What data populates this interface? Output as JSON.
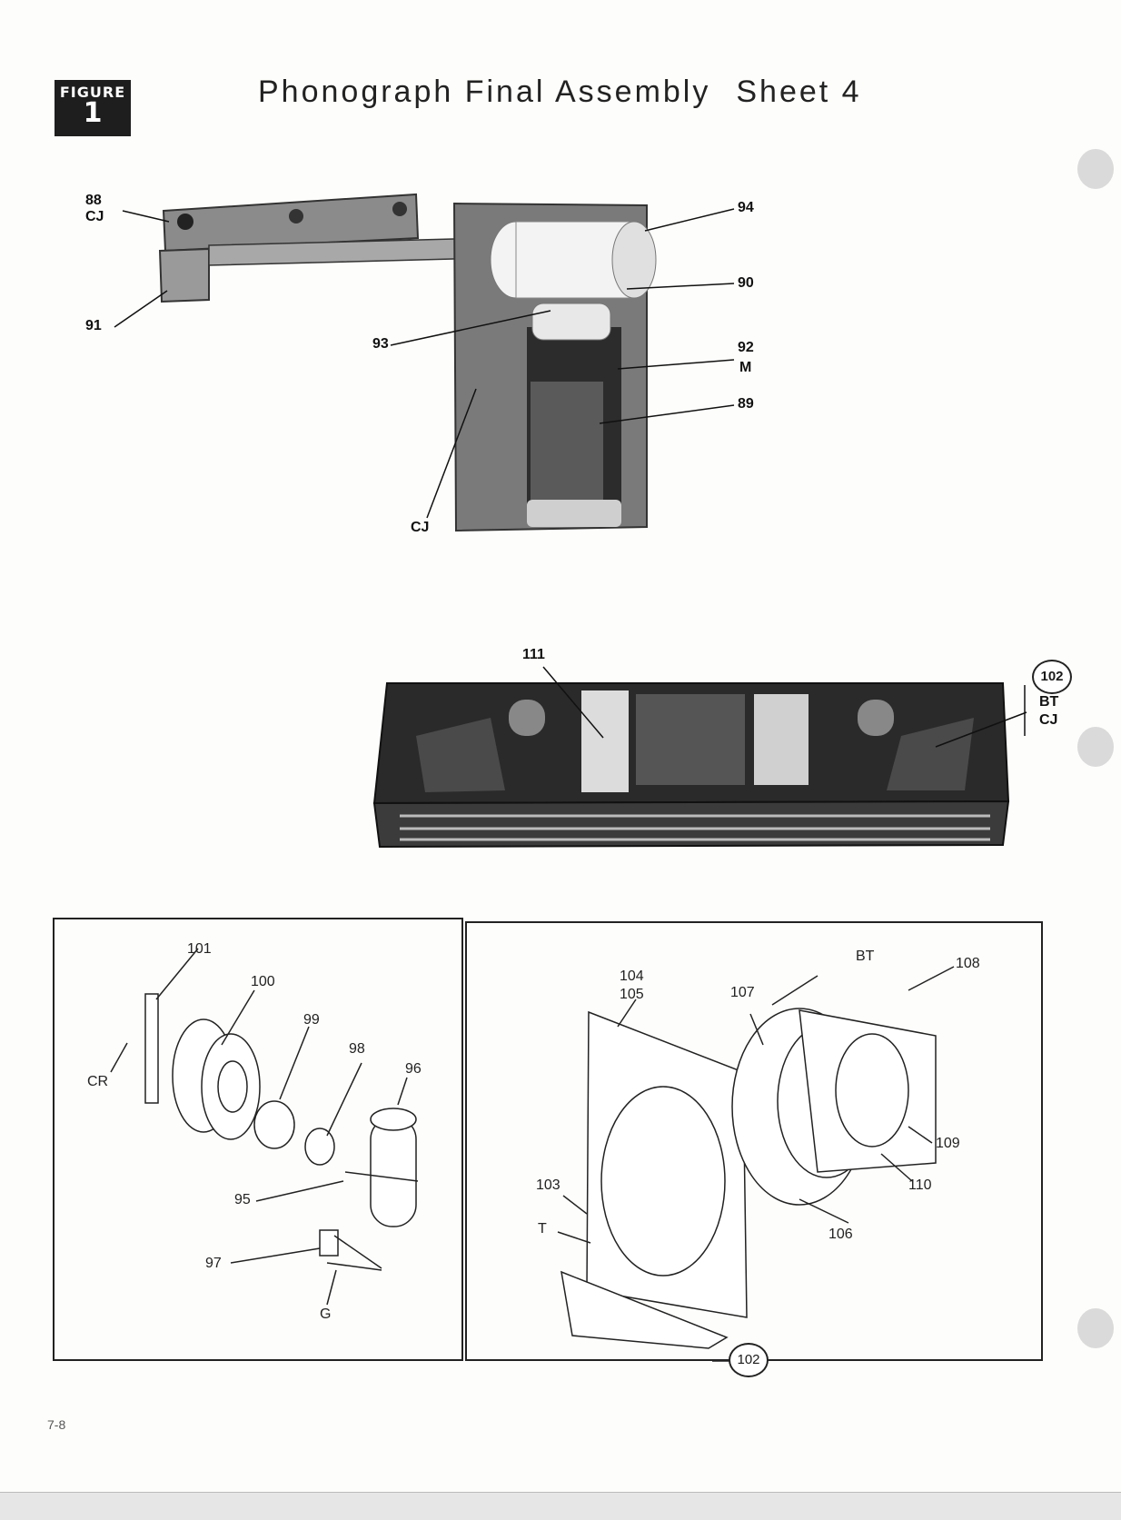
{
  "figure": {
    "word": "FIGURE",
    "number": "1"
  },
  "title": {
    "part1": "Phonograph Final Assembly",
    "part2": "Sheet 4"
  },
  "page_number": "7-8",
  "top_assembly": {
    "labels": {
      "l88": "88",
      "cj_a": "CJ",
      "l91": "91",
      "l94": "94",
      "l90": "90",
      "l93": "93",
      "l92": "92",
      "m": "M",
      "l89": "89",
      "cj_b": "CJ"
    }
  },
  "middle_assembly": {
    "labels": {
      "l111": "111",
      "l102": "102",
      "bt": "BT",
      "cj": "CJ"
    }
  },
  "left_panel": {
    "labels": {
      "l101": "101",
      "l100": "100",
      "l99": "99",
      "l98": "98",
      "l96": "96",
      "cr": "CR",
      "l95": "95",
      "l97": "97",
      "g": "G"
    }
  },
  "right_panel": {
    "labels": {
      "l104": "104",
      "l105": "105",
      "l107": "107",
      "bt": "BT",
      "l108": "108",
      "l103": "103",
      "t": "T",
      "l109": "109",
      "l110": "110",
      "l106": "106",
      "l102": "102"
    }
  }
}
